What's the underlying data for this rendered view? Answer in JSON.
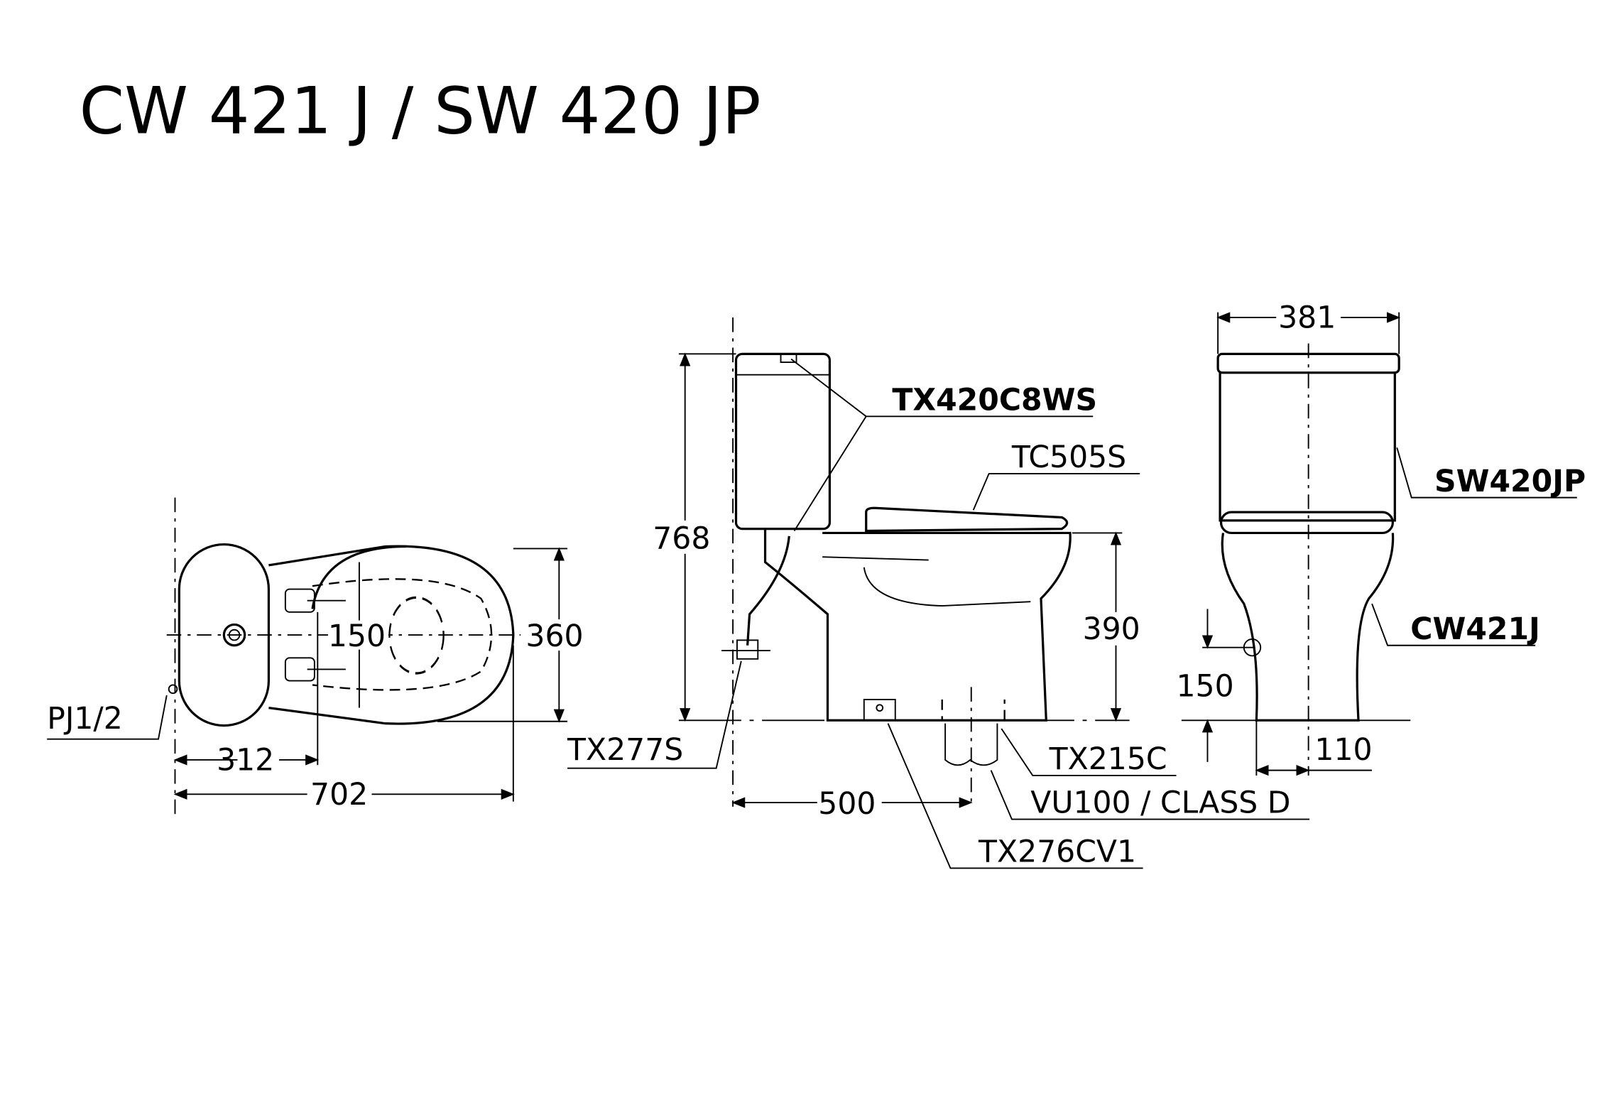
{
  "title": "CW 421 J / SW 420 JP",
  "plan_view": {
    "dims": {
      "width_total": "702",
      "to_outlet": "312",
      "depth": "360",
      "bolt_spacing": "150"
    },
    "labels": {
      "inlet": "PJ1/2"
    }
  },
  "side_view": {
    "dims": {
      "height_total": "768",
      "seat_height": "390",
      "outlet_distance": "500"
    },
    "labels": {
      "fitting": "TX420C8WS",
      "seat": "TC505S",
      "valve": "TX277S",
      "flange": "TX215C",
      "pipe": "VU100 / CLASS D",
      "bolt": "TX276CV1"
    }
  },
  "front_view": {
    "dims": {
      "width": "381",
      "inlet_height": "150",
      "inlet_offset": "110"
    },
    "labels": {
      "tank": "SW420JP",
      "bowl": "CW421J"
    }
  }
}
